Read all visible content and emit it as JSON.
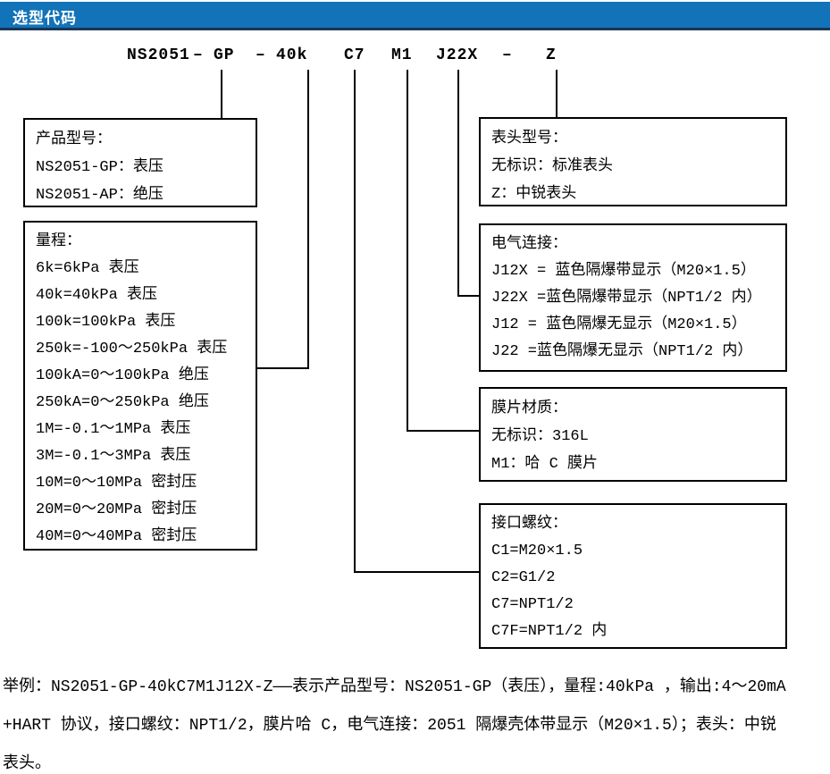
{
  "header": {
    "title": "选型代码"
  },
  "colors": {
    "header_bar": "#1273B9",
    "header_underline": "#1A3558"
  },
  "code": {
    "segments": [
      "NS2051",
      "–",
      "GP",
      "–",
      "40k",
      "C7",
      "M1",
      "J22X",
      "–",
      "Z"
    ]
  },
  "boxes": {
    "product_model": {
      "lines": [
        "产品型号：",
        "NS2051-GP：表压",
        "NS2051-AP：绝压"
      ]
    },
    "range": {
      "lines": [
        "量程：",
        "6k=6kPa 表压",
        "40k=40kPa 表压",
        "100k=100kPa 表压",
        "250k=-100～250kPa 表压",
        "100kA=0～100kPa 绝压",
        "250kA=0～250kPa 绝压",
        "1M=-0.1～1MPa 表压",
        "3M=-0.1～3MPa 表压",
        "10M=0～10MPa 密封压",
        "20M=0～20MPa 密封压",
        "40M=0～40MPa 密封压"
      ]
    },
    "display_head": {
      "lines": [
        "表头型号：",
        "无标识：标准表头",
        "Z：中锐表头"
      ]
    },
    "electrical": {
      "lines": [
        "电气连接：",
        "J12X = 蓝色隔爆带显示（M20×1.5）",
        "J22X =蓝色隔爆带显示（NPT1/2 内）",
        "J12 = 蓝色隔爆无显示（M20×1.5）",
        "J22 =蓝色隔爆无显示（NPT1/2 内）"
      ]
    },
    "diaphragm": {
      "lines": [
        "膜片材质：",
        "无标识：316L",
        "M1：哈 C 膜片"
      ]
    },
    "thread": {
      "lines": [
        "接口螺纹：",
        "C1=M20×1.5",
        "C2=G1/2",
        "C7=NPT1/2",
        "C7F=NPT1/2 内"
      ]
    }
  },
  "example": {
    "lines": [
      "举例：NS2051-GP-40kC7M1J12X-Z——表示产品型号：NS2051-GP（表压），量程:40kPa ，输出:4～20mA",
      "+HART 协议，接口螺纹：NPT1/2，膜片哈 C，电气连接：2051 隔爆壳体带显示（M20×1.5）；表头：中锐",
      "表头。"
    ]
  }
}
